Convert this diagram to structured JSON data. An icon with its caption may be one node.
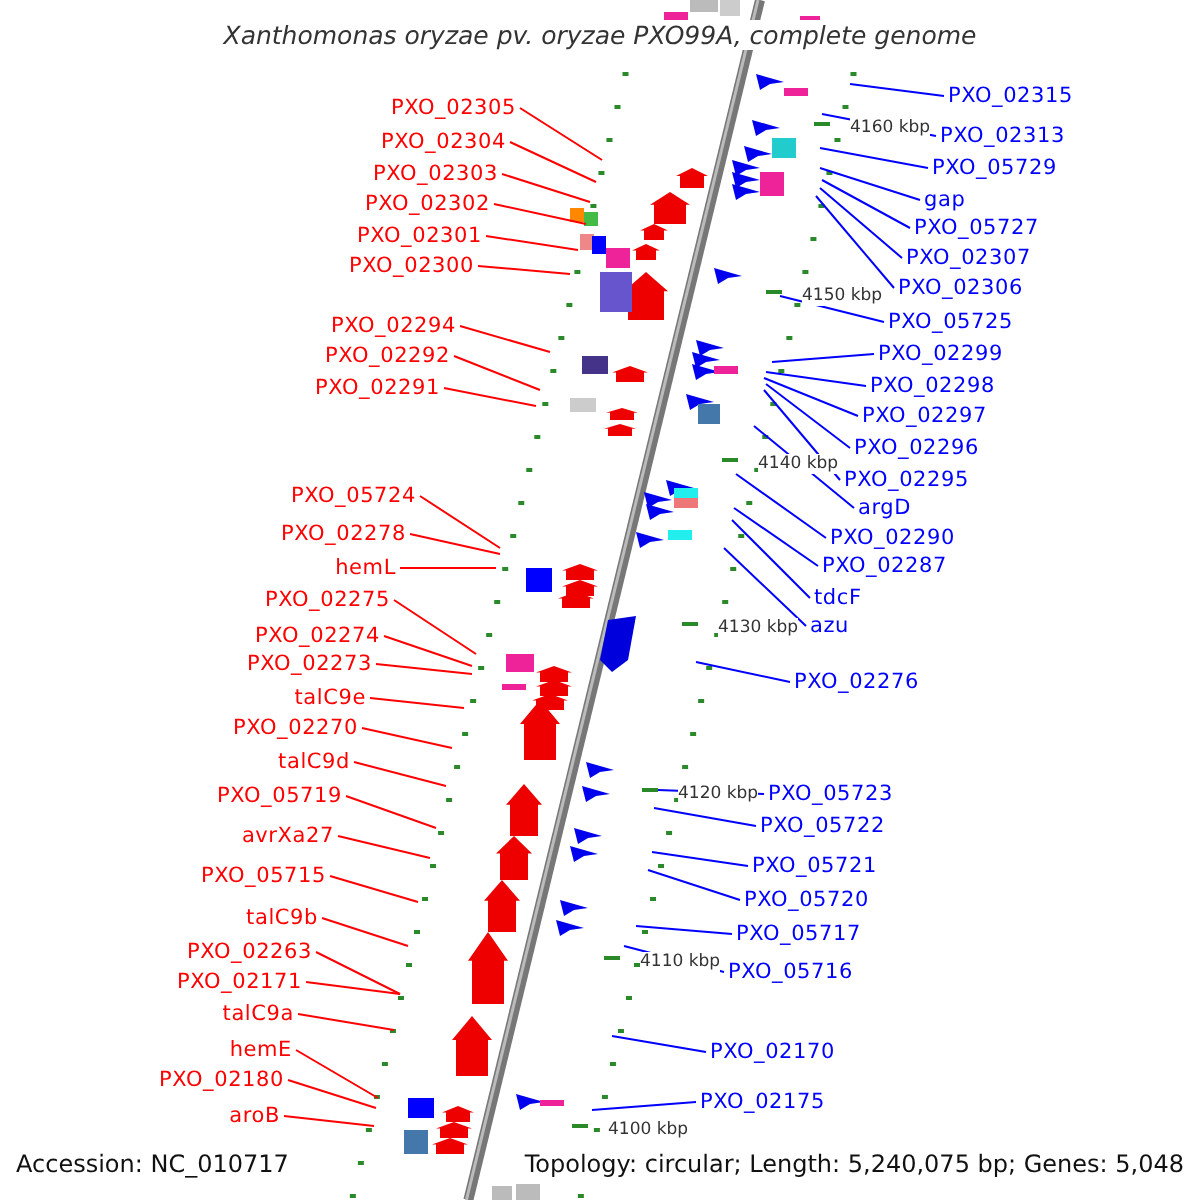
{
  "diagram": {
    "title": "Xanthomonas oryzae pv. oryzae PXO99A, complete genome",
    "nodes": [
      {
        "text": [
          "PXO_02305"
        ]
      },
      {
        "text": [
          "PXO_02304"
        ]
      },
      {
        "text": [
          "PXO_02303"
        ]
      },
      {
        "text": [
          "PXO_02302"
        ]
      },
      {
        "text": [
          "PXO_02301"
        ]
      },
      {
        "text": [
          "PXO_02300"
        ]
      },
      {
        "text": [
          "PXO_02294"
        ]
      },
      {
        "text": [
          "PXO_02292"
        ]
      },
      {
        "text": [
          "PXO_02291"
        ]
      },
      {
        "text": [
          "PXO_05724"
        ]
      },
      {
        "text": [
          "PXO_02278"
        ]
      },
      {
        "text": [
          "hemL"
        ]
      },
      {
        "text": [
          "PXO_02275"
        ]
      },
      {
        "text": [
          "PXO_02274"
        ]
      },
      {
        "text": [
          "PXO_02273"
        ]
      },
      {
        "text": [
          "talC9e"
        ]
      },
      {
        "text": [
          "PXO_02270"
        ]
      },
      {
        "text": [
          "talC9d"
        ]
      },
      {
        "text": [
          "PXO_05719"
        ]
      },
      {
        "text": [
          "avrXa27"
        ]
      },
      {
        "text": [
          "PXO_05715"
        ]
      },
      {
        "text": [
          "talC9b"
        ]
      },
      {
        "text": [
          "PXO_02263"
        ]
      },
      {
        "text": [
          "PXO_02171"
        ]
      },
      {
        "text": [
          "talC9a"
        ]
      },
      {
        "text": [
          "hemE"
        ]
      },
      {
        "text": [
          "PXO_02180"
        ]
      },
      {
        "text": [
          "aroB"
        ]
      },
      {
        "text": [
          "PXO_02315"
        ]
      },
      {
        "text": [
          "PXO_02313"
        ]
      },
      {
        "text": [
          "PXO_05729"
        ]
      },
      {
        "text": [
          "gap"
        ]
      },
      {
        "text": [
          "PXO_05727"
        ]
      },
      {
        "text": [
          "PXO_02307"
        ]
      },
      {
        "text": [
          "PXO_02306"
        ]
      },
      {
        "text": [
          "PXO_05725"
        ]
      },
      {
        "text": [
          "PXO_02299"
        ]
      },
      {
        "text": [
          "PXO_02298"
        ]
      },
      {
        "text": [
          "PXO_02297"
        ]
      },
      {
        "text": [
          "PXO_02296"
        ]
      },
      {
        "text": [
          "PXO_02295"
        ]
      },
      {
        "text": [
          "argD"
        ]
      },
      {
        "text": [
          "PXO_02290"
        ]
      },
      {
        "text": [
          "PXO_02287"
        ]
      },
      {
        "text": [
          "tdcF"
        ]
      },
      {
        "text": [
          "azu"
        ]
      },
      {
        "text": [
          "PXO_02276"
        ]
      },
      {
        "text": [
          "PXO_05723"
        ]
      },
      {
        "text": [
          "PXO_05722"
        ]
      },
      {
        "text": [
          "PXO_05721"
        ]
      },
      {
        "text": [
          "PXO_05720"
        ]
      },
      {
        "text": [
          "PXO_05717"
        ]
      },
      {
        "text": [
          "PXO_05716"
        ]
      },
      {
        "text": [
          "PXO_02170"
        ]
      },
      {
        "text": [
          "PXO_02175"
        ]
      }
    ],
    "edges": [
      {
        "from": 0,
        "to": null,
        "arrow": "none"
      },
      {
        "from": 1,
        "to": null,
        "arrow": "none"
      },
      {
        "from": 2,
        "to": null,
        "arrow": "none"
      },
      {
        "from": 3,
        "to": null,
        "arrow": "none"
      },
      {
        "from": 4,
        "to": null,
        "arrow": "none"
      },
      {
        "from": 5,
        "to": null,
        "arrow": "none"
      },
      {
        "from": 6,
        "to": null,
        "arrow": "none"
      },
      {
        "from": 7,
        "to": null,
        "arrow": "none"
      },
      {
        "from": 8,
        "to": null,
        "arrow": "none"
      },
      {
        "from": 9,
        "to": null,
        "arrow": "none"
      },
      {
        "from": 10,
        "to": null,
        "arrow": "none"
      },
      {
        "from": 11,
        "to": null,
        "arrow": "none"
      },
      {
        "from": 12,
        "to": null,
        "arrow": "none"
      },
      {
        "from": 13,
        "to": null,
        "arrow": "none"
      },
      {
        "from": 14,
        "to": null,
        "arrow": "none"
      },
      {
        "from": 15,
        "to": null,
        "arrow": "none"
      },
      {
        "from": 16,
        "to": null,
        "arrow": "none"
      },
      {
        "from": 17,
        "to": null,
        "arrow": "none"
      },
      {
        "from": 18,
        "to": null,
        "arrow": "none"
      },
      {
        "from": 19,
        "to": null,
        "arrow": "none"
      },
      {
        "from": 20,
        "to": null,
        "arrow": "none"
      },
      {
        "from": 21,
        "to": null,
        "arrow": "none"
      },
      {
        "from": 22,
        "to": null,
        "arrow": "none"
      },
      {
        "from": 23,
        "to": null,
        "arrow": "none"
      },
      {
        "from": 24,
        "to": null,
        "arrow": "none"
      },
      {
        "from": 25,
        "to": null,
        "arrow": "none"
      },
      {
        "from": 26,
        "to": null,
        "arrow": "none"
      },
      {
        "from": 27,
        "to": null,
        "arrow": "none"
      },
      {
        "from": 28,
        "to": null,
        "arrow": "none",
        "color": "#0000ff"
      },
      {
        "from": 29,
        "to": null,
        "arrow": "none",
        "color": "#0000ff"
      },
      {
        "from": 30,
        "to": null,
        "arrow": "none",
        "color": "#0000ff"
      },
      {
        "from": 31,
        "to": null,
        "arrow": "none",
        "color": "#0000ff"
      },
      {
        "from": 32,
        "to": null,
        "arrow": "none",
        "color": "#0000ff"
      },
      {
        "from": 33,
        "to": null,
        "arrow": "none",
        "color": "#0000ff"
      },
      {
        "from": 34,
        "to": null,
        "arrow": "none",
        "color": "#0000ff"
      },
      {
        "from": 35,
        "to": null,
        "arrow": "none",
        "color": "#0000ff"
      },
      {
        "from": 36,
        "to": null,
        "arrow": "none",
        "color": "#0000ff"
      },
      {
        "from": 37,
        "to": null,
        "arrow": "none",
        "color": "#0000ff"
      },
      {
        "from": 38,
        "to": null,
        "arrow": "none",
        "color": "#0000ff"
      },
      {
        "from": 39,
        "to": null,
        "arrow": "none",
        "color": "#0000ff"
      },
      {
        "from": 40,
        "to": null,
        "arrow": "none",
        "color": "#0000ff"
      },
      {
        "from": 41,
        "to": null,
        "arrow": "none",
        "color": "#0000ff"
      },
      {
        "from": 42,
        "to": null,
        "arrow": "none",
        "color": "#0000ff"
      },
      {
        "from": 43,
        "to": null,
        "arrow": "none",
        "color": "#0000ff"
      },
      {
        "from": 44,
        "to": null,
        "arrow": "none",
        "color": "#0000ff"
      },
      {
        "from": 45,
        "to": null,
        "arrow": "none",
        "color": "#0000ff"
      },
      {
        "from": 46,
        "to": null,
        "arrow": "none",
        "color": "#0000ff"
      },
      {
        "from": 47,
        "to": null,
        "arrow": "none",
        "color": "#0000ff"
      },
      {
        "from": 48,
        "to": null,
        "arrow": "none",
        "color": "#0000ff"
      },
      {
        "from": 49,
        "to": null,
        "arrow": "none",
        "color": "#0000ff"
      },
      {
        "from": 50,
        "to": null,
        "arrow": "none",
        "color": "#0000ff"
      },
      {
        "from": 51,
        "to": null,
        "arrow": "none",
        "color": "#0000ff"
      },
      {
        "from": 52,
        "to": null,
        "arrow": "none",
        "color": "#0000ff"
      },
      {
        "from": 53,
        "to": null,
        "arrow": "none",
        "color": "#0000ff"
      },
      {
        "from": 54,
        "to": null,
        "arrow": "none",
        "color": "#0000ff"
      }
    ],
    "labels": [
      "4160 kbp",
      "4150 kbp",
      "4140 kbp",
      "4130 kbp",
      "4120 kbp",
      "4110 kbp",
      "4100 kbp",
      "Accession: NC_010717",
      "Topology: circular; Length: 5,240,075 bp; Genes: 5,048"
    ]
  }
}
